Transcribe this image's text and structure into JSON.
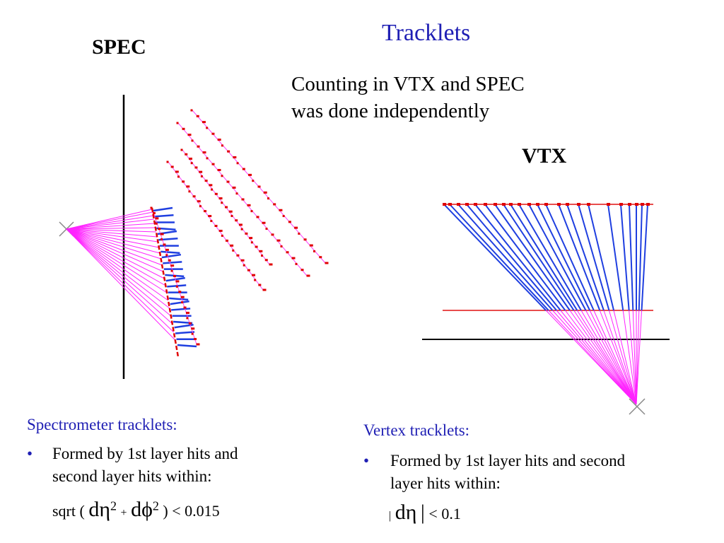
{
  "title": "Tracklets",
  "spec_label": "SPEC",
  "vtx_label": "VTX",
  "note": {
    "line1": "Counting in VTX and SPEC",
    "line2": "was done independently"
  },
  "spectrometer": {
    "heading": "Spectrometer  tracklets:",
    "bullet_line1": "Formed by 1st layer hits and",
    "bullet_line2": "second layer hits within:",
    "formula": {
      "prefix": "sqrt (",
      "d_eta": "dη",
      "exp1": "2",
      "plus": "+",
      "d_phi": "dϕ",
      "exp2": "2",
      "close": ")",
      "cond": "< 0.015"
    }
  },
  "vertex": {
    "heading": "Vertex tracklets:",
    "bullet_line1": "Formed by 1st layer hits and second",
    "bullet_line2": "layer hits within:",
    "formula": {
      "bar_left": "|",
      "d_eta": "dη",
      "bar_right": "|",
      "cond": "< 0.1"
    }
  },
  "bullet_char": "•",
  "colors": {
    "title_blue": "#1f1fb4",
    "track_blue": "#1f3fe0",
    "layer_red": "#e01010",
    "projection_magenta": "#ff22ff",
    "hit_red": "#e00000"
  }
}
